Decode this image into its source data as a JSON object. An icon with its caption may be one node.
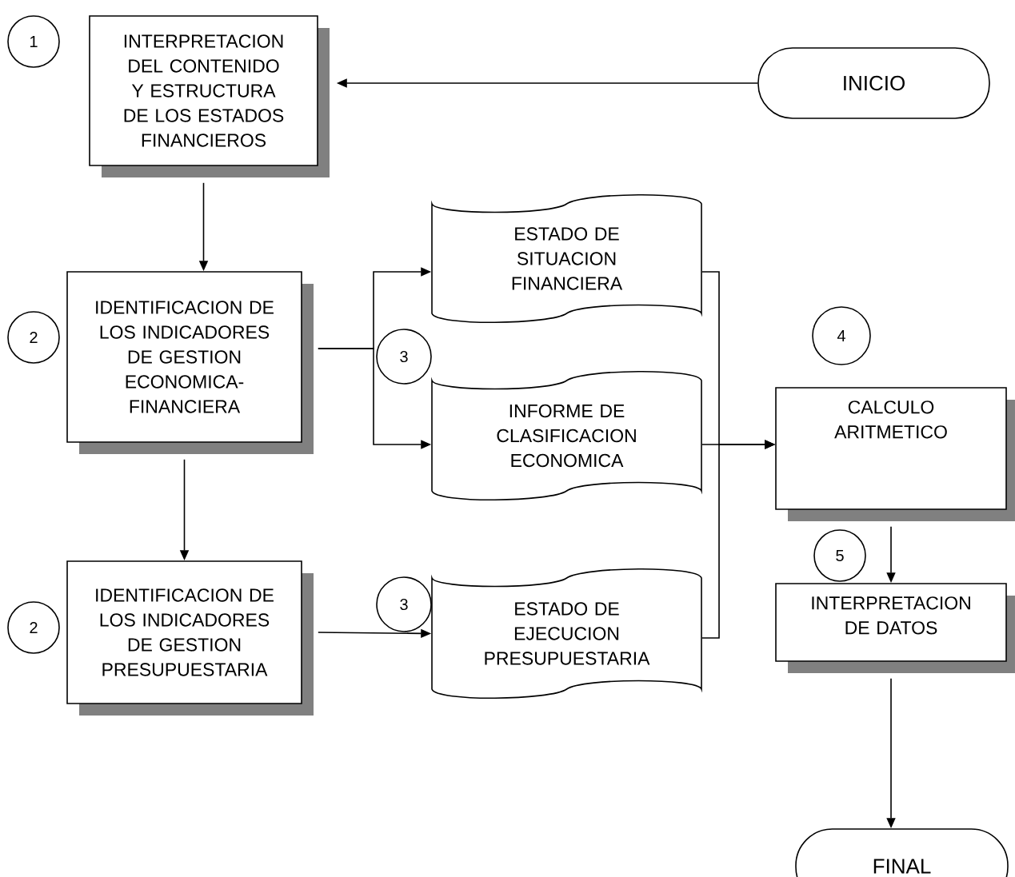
{
  "diagram": {
    "nodes": [
      {
        "text": [
          "1"
        ]
      },
      {
        "text": [
          "INTERPRETACION DEL CONTENIDO Y ESTRUCTURA DE LOS ESTADOS FINANCIEROS"
        ]
      },
      {
        "text": [
          "INICIO"
        ]
      },
      {
        "text": [
          "ESTADO DE SITUACION FINANCIERA"
        ]
      },
      {
        "text": [
          "2"
        ]
      },
      {
        "text": [
          "IDENTIFICACION DE LOS INDICADORES DE GESTION ECONOMICA-FINANCIERA"
        ]
      },
      {
        "text": [
          "3"
        ]
      },
      {
        "text": [
          "4"
        ]
      },
      {
        "text": [
          "INFORME DE CLASIFICACION ECONOMICA"
        ]
      },
      {
        "text": [
          "CALCULO ARITMETICO"
        ]
      },
      {
        "text": [
          "5"
        ]
      },
      {
        "text": [
          "2"
        ]
      },
      {
        "text": [
          "IDENTIFICACION DE LOS INDICADORES DE GESTION PRESUPUESTARIA"
        ]
      },
      {
        "text": [
          "3"
        ]
      },
      {
        "text": [
          "ESTADO DE EJECUCION PRESUPUESTARIA"
        ]
      },
      {
        "text": [
          "INTERPRETACION DE DATOS"
        ]
      },
      {
        "text": [
          "FINAL"
        ]
      }
    ],
    "edges": [
      {
        "from": 2,
        "to": 1,
        "arrow": "to"
      },
      {
        "from": 1,
        "to": 5,
        "arrow": "to"
      },
      {
        "from": 5,
        "to": 3,
        "arrow": "to"
      },
      {
        "from": 5,
        "to": 8,
        "arrow": "to"
      },
      {
        "from": 5,
        "to": 12,
        "arrow": "to"
      },
      {
        "from": 12,
        "to": 14,
        "arrow": "to"
      },
      {
        "from": 3,
        "to": 9,
        "arrow": "to"
      },
      {
        "from": 8,
        "to": 9,
        "arrow": "to"
      },
      {
        "from": 14,
        "to": 9,
        "arrow": "to"
      },
      {
        "from": 9,
        "to": 15,
        "arrow": "to"
      },
      {
        "from": 15,
        "to": 16,
        "arrow": "to"
      }
    ]
  }
}
